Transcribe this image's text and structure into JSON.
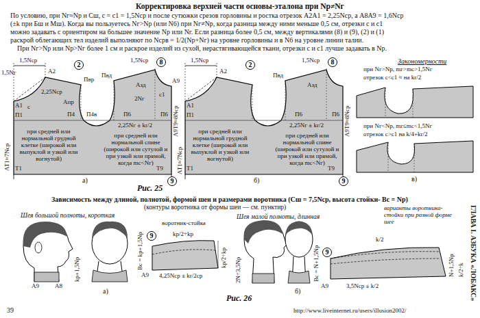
{
  "diagram": {
    "title": "Корректировка верхней части основы-эталона при Nр≠Nг",
    "nodes": [
      {
        "text": [
          "2"
        ]
      },
      {
        "text": [
          "8"
        ]
      },
      {
        "text": [
          "9"
        ]
      },
      {
        "text": [
          "2"
        ]
      },
      {
        "text": [
          "8"
        ]
      },
      {
        "text": [
          "9"
        ]
      },
      {
        "text": [
          "9"
        ]
      },
      {
        "text": [
          "9"
        ]
      }
    ],
    "labels": [
      "По условию, при Nг≈Nр и Сш, с = с1 = 1,5Nср и после сутюжки срезов горловины и ростка отрезок А2А1 = 2,25Nср, а А8А9 = 1,6Nср",
      "(±k при Бш и Мш). Когда вы пользуетесь Nг>Nр (или N6) при Nг≠Nр, когда разница между ними меньше 0,5 см, отрезки с и с1",
      "можно задавать с ориентиром на большее значение Nр или Nг. Если разница более 0,5 см, между вертикалями (8) и (9), (2) и (1)",
      "раскрой облегающих тел изделий выполняют по Nсрв = 1/2(Nр+Nг) на уровне горловины и в N6 на уровне линии талии.",
      "При Nг>Nр или Nр>Nг более 1 см и раскрое изделий из сухой, нерастягивающейся ткани, отрезки с и с1 лучше задавать в Nр.",
      "1,5Nср",
      "1,5Nг",
      "2,25Nср",
      "А2",
      "Пвр",
      "А1",
      "с",
      "Апр",
      "П1",
      "П4",
      "П4в",
      "1,5Nср",
      "Пвд",
      "Азд",
      "с1",
      "2Nг",
      "А9",
      "П6",
      "2,25Nг ± kr/2",
      "П6",
      "АТ1≈7Nср",
      "А9Т9≈8Nср",
      "при средней или нормальной грудной клетке (широкой или выпуклой и узкой или вогнутой)",
      "при средней или нормальной спине (широкой или сутулой и при узкой или прямой, когда mс<Nг)",
      "Т1",
      "Т9",
      "а)",
      "1,5Nср",
      "А2",
      "А1",
      "П1",
      "Пвд",
      "Азд",
      "1,5Nср",
      "2,25Nг ± kr/2",
      "П6",
      "П6",
      "АТ1≈7Nср",
      "А9Т9≈8Nср",
      "при средней или нормальной грудной клетке (широкой или выпуклой и узкой или вогнутой)",
      "при средней или нормальной спине (широкой или сутулой и при узкой или прямой, когда mс<Nг)",
      "Т1",
      "Т9",
      "б)",
      "Закономерности",
      "при Nг>Nр, mг>mс>1,5Nг",
      "отрезок с<с1 ≈ на kr/2",
      "при Nг<Nр, mг≤mс<1,5Nг",
      "отрезок с>с1 на k/4+kr/2",
      "в)",
      "Рис. 25",
      "Зависимость между длиной, полнотой, формой шеи и размерами воротника (Сш = 7,5Nср, высота стойки- Вс = Nр)",
      "(контуры воротника от формы шеи — см. пунктир)",
      "Шея большой полноты, короткая",
      "kр+1,5Nр",
      "А9",
      "А8",
      "воротник-стойка",
      "kр/2÷kр",
      "Вс = kр+1,5Nр",
      "kр/2÷kр",
      "А9",
      "4,25Nср ± kr/2ср",
      "а)",
      "Рис. 26",
      "Шея малой полноты, длинная",
      "2N÷3,5Nр",
      "варианты воротника-стойки при разной форме шее",
      "Вс = N+1,5Nр",
      "k/2",
      "N+1,5Nр",
      "k/2÷k",
      "А9",
      "3,5Nср ± k/2",
      "б)",
      "39",
      "http://www.liveinternet.ru/users/illusion2002/",
      "ГЛАВА I. АЗБУКА «ЛОБАКС»"
    ]
  }
}
